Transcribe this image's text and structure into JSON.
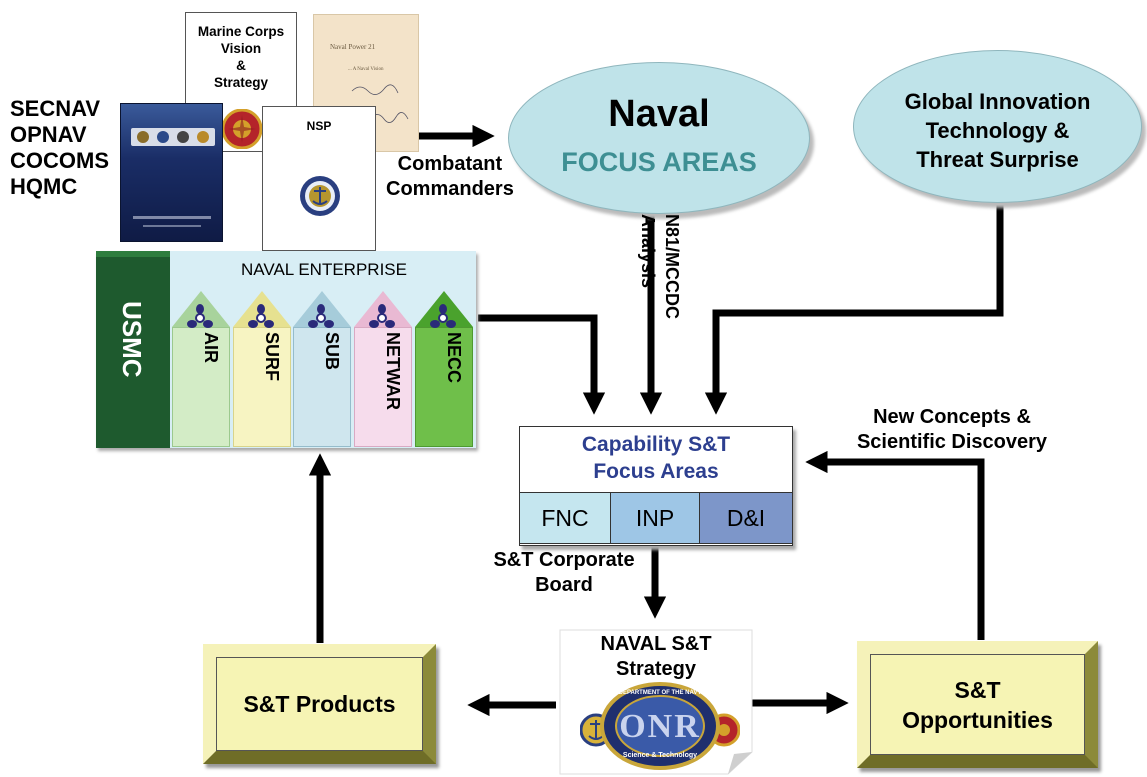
{
  "sources": {
    "labels": [
      "SECNAV",
      "OPNAV",
      "COCOMS",
      "HQMC"
    ],
    "mc_vision": "Marine Corps Vision & Strategy",
    "mc_vision_lines": [
      "Marine Corps",
      "Vision",
      "&",
      "Strategy"
    ],
    "naval_power_title": "Naval Power 21",
    "naval_power_sub": "... A Naval Vision",
    "nsp": "NSP",
    "combatant_lines": [
      "Combatant",
      "Commanders"
    ]
  },
  "focus": {
    "naval_line1": "Naval",
    "naval_line2": "FOCUS AREAS",
    "global_lines": [
      "Global Innovation",
      "Technology &",
      "Threat Surprise"
    ]
  },
  "enterprise": {
    "title": "NAVAL ENTERPRISE",
    "usmc": "USMC",
    "pillars": [
      {
        "label": "AIR",
        "color": "#d3ecc6",
        "cap": "#a8d39c"
      },
      {
        "label": "SURF",
        "color": "#f7f4c2",
        "cap": "#e6e190"
      },
      {
        "label": "SUB",
        "color": "#cfe6ee",
        "cap": "#a6ccda"
      },
      {
        "label": "NETWAR",
        "color": "#f6dcec",
        "cap": "#e9b9d3"
      },
      {
        "label": "NECC",
        "color": "#6fbf4a",
        "cap": "#4aa22d"
      }
    ]
  },
  "analysis_lines": [
    "N81/MCCDC",
    "Analysis"
  ],
  "capability": {
    "title_lines": [
      "Capability S&T",
      "Focus Areas"
    ],
    "cells": [
      "FNC",
      "INP",
      "D&I"
    ],
    "title_color": "#2d3f8f"
  },
  "concepts_lines": [
    "New Concepts &",
    "Scientific Discovery"
  ],
  "board_lines": [
    "S&T Corporate",
    "Board"
  ],
  "strategy": {
    "lines": [
      "NAVAL S&T",
      "Strategy"
    ],
    "seal_top": "DEPARTMENT OF THE NAVY",
    "seal_center": "ONR",
    "seal_bottom": "Science & Technology"
  },
  "products": "S&T Products",
  "opportunities_lines": [
    "S&T",
    "Opportunities"
  ]
}
